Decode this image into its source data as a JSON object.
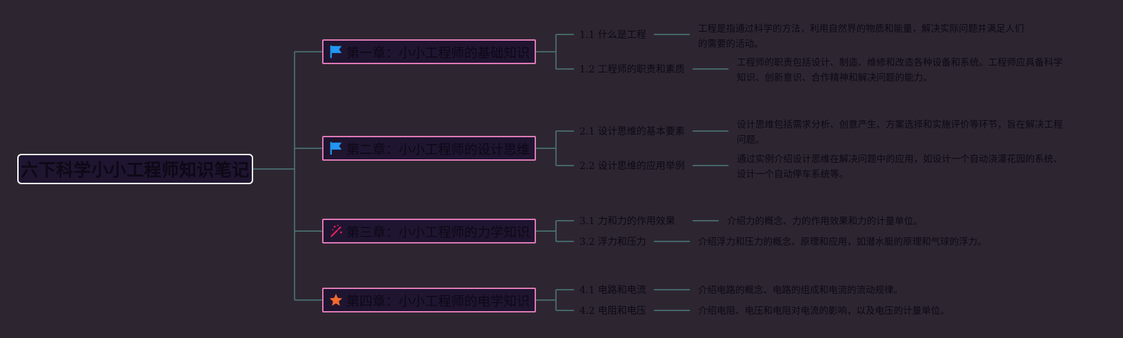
{
  "root": {
    "title": "六下科学小小工程师知识笔记"
  },
  "colors": {
    "background": "#2d2630",
    "node_fill": "#1f1530",
    "root_border": "#ffffff",
    "chapter_border": "#e07ab8",
    "connector": "#4e7b7a",
    "text": "#0d0816",
    "flag_icon": "#2196f3",
    "wand_icon": "#e91e63",
    "star_icon": "#f26a2e"
  },
  "chapters": [
    {
      "title": "第一章：小小工程师的基础知识",
      "icon": "flag-icon",
      "topics": [
        {
          "title": "1.1 什么是工程",
          "desc": [
            "工程是指通过科学的方法，利用自然界的物质和能量，解决实际问题并满足人们",
            "的需要的活动。"
          ]
        },
        {
          "title": "1.2 工程师的职责和素质",
          "desc": [
            "工程师的职责包括设计、制造、维修和改造各种设备和系统。工程师应具备科学",
            "知识、创新意识、合作精神和解决问题的能力。"
          ]
        }
      ]
    },
    {
      "title": "第二章：小小工程师的设计思维",
      "icon": "flag-icon",
      "topics": [
        {
          "title": "2.1 设计思维的基本要素",
          "desc": [
            "设计思维包括需求分析、创意产生、方案选择和实施评价等环节，旨在解决工程",
            "问题。"
          ]
        },
        {
          "title": "2.2 设计思维的应用举例",
          "desc": [
            "通过实例介绍设计思维在解决问题中的应用，如设计一个自动浇灌花园的系统、",
            "设计一个自动停车系统等。"
          ]
        }
      ]
    },
    {
      "title": "第三章：小小工程师的力学知识",
      "icon": "magic-wand-icon",
      "topics": [
        {
          "title": "3.1 力和力的作用效果",
          "desc": [
            "介绍力的概念、力的作用效果和力的计量单位。"
          ]
        },
        {
          "title": "3.2 浮力和压力",
          "desc": [
            "介绍浮力和压力的概念、原理和应用，如潜水艇的原理和气球的浮力。"
          ]
        }
      ]
    },
    {
      "title": "第四章：小小工程师的电学知识",
      "icon": "star-icon",
      "topics": [
        {
          "title": "4.1 电路和电流",
          "desc": [
            "介绍电路的概念、电路的组成和电流的流动规律。"
          ]
        },
        {
          "title": "4.2 电阻和电压",
          "desc": [
            "介绍电阻、电压和电阻对电流的影响，以及电压的计量单位。"
          ]
        }
      ]
    }
  ]
}
